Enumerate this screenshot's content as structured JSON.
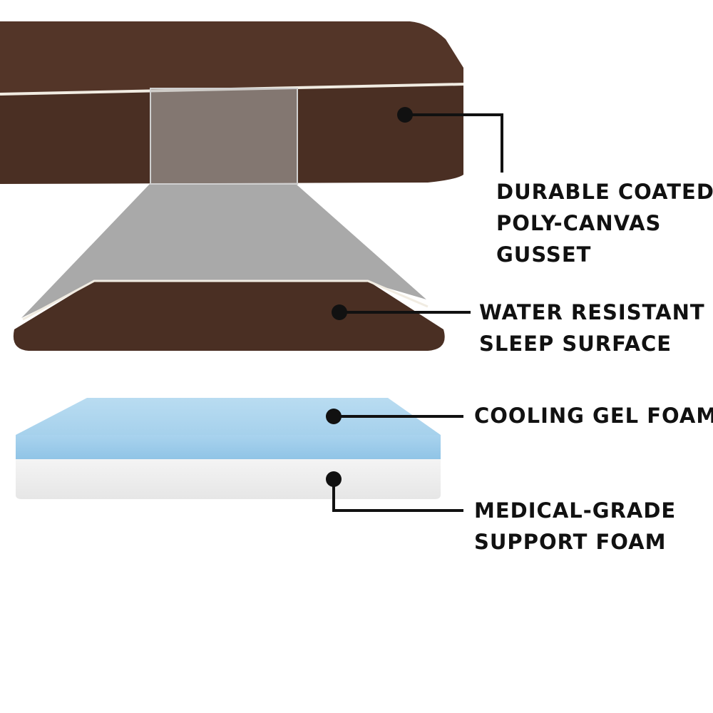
{
  "callouts": {
    "gusset": {
      "lines": [
        "DURABLE COATED",
        "POLY-CANVAS",
        "GUSSET"
      ]
    },
    "sleep_surface": {
      "lines": [
        "WATER RESISTANT",
        "SLEEP SURFACE"
      ]
    },
    "cooling_gel": {
      "lines": [
        "COOLING GEL FOAM"
      ]
    },
    "support_foam": {
      "lines": [
        "MEDICAL-GRADE",
        "SUPPORT FOAM"
      ]
    }
  },
  "colors": {
    "canvas_brown": "#4a2f23",
    "canvas_brown_dark": "#3d261c",
    "piping_cream": "#f1ece2",
    "zoom_gray": "#a9a9a9",
    "gel_blue": "#9fcdea",
    "gel_blue_light": "#bfe0f3",
    "support_white": "#eeeeee",
    "callout_black": "#111111"
  }
}
